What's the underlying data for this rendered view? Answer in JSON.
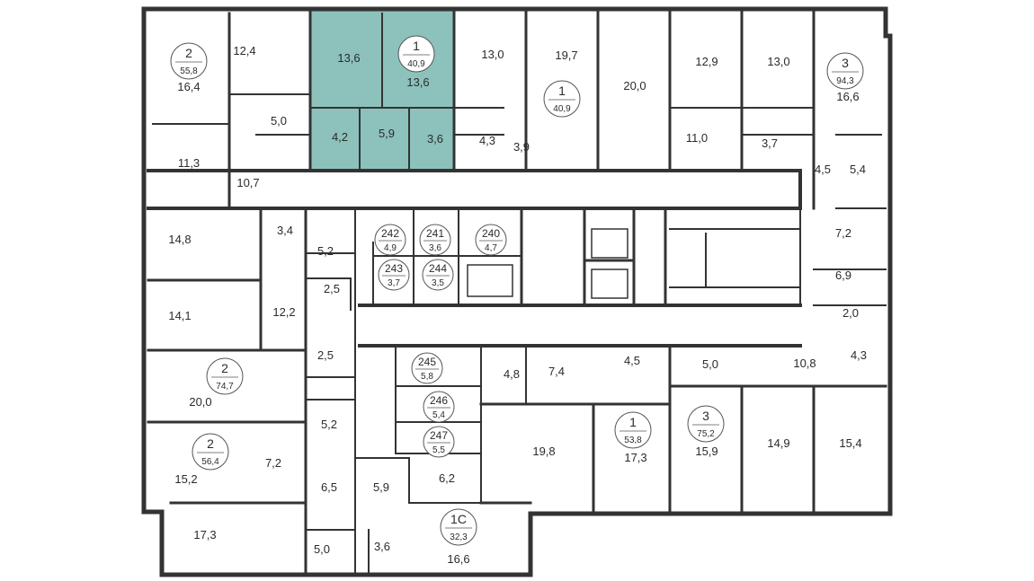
{
  "highlight_color": "#6fb3aa",
  "wall_color": "#333333",
  "apartments": [
    {
      "id": "apt-2-55",
      "rooms": "2",
      "total": "55,8"
    },
    {
      "id": "apt-1-40-sel",
      "rooms": "1",
      "total": "40,9"
    },
    {
      "id": "apt-1-40",
      "rooms": "1",
      "total": "40,9"
    },
    {
      "id": "apt-3-94",
      "rooms": "3",
      "total": "94,3"
    },
    {
      "id": "apt-2-74",
      "rooms": "2",
      "total": "74,7"
    },
    {
      "id": "apt-2-56",
      "rooms": "2",
      "total": "56,4"
    },
    {
      "id": "apt-1-53",
      "rooms": "1",
      "total": "53,8"
    },
    {
      "id": "apt-3-75",
      "rooms": "3",
      "total": "75,2"
    },
    {
      "id": "apt-1c-32",
      "rooms": "1С",
      "total": "32,3"
    }
  ],
  "storages": [
    {
      "num": "242",
      "area": "4,9"
    },
    {
      "num": "241",
      "area": "3,6"
    },
    {
      "num": "240",
      "area": "4,7"
    },
    {
      "num": "243",
      "area": "3,7"
    },
    {
      "num": "244",
      "area": "3,5"
    },
    {
      "num": "245",
      "area": "5,8"
    },
    {
      "num": "246",
      "area": "5,4"
    },
    {
      "num": "247",
      "area": "5,5"
    }
  ],
  "rooms": [
    "16,4",
    "12,4",
    "5,0",
    "11,3",
    "10,7",
    "13,6",
    "13,6",
    "4,2",
    "5,9",
    "3,6",
    "13,0",
    "19,7",
    "4,3",
    "3,9",
    "20,0",
    "12,9",
    "13,0",
    "11,0",
    "3,7",
    "16,6",
    "4,5",
    "5,4",
    "14,8",
    "3,4",
    "5,2",
    "2,5",
    "14,1",
    "12,2",
    "7,2",
    "6,9",
    "2,0",
    "4,3",
    "20,0",
    "2,5",
    "10,8",
    "4,5",
    "5,0",
    "7,4",
    "4,8",
    "5,2",
    "15,2",
    "7,2",
    "6,5",
    "19,8",
    "17,3",
    "15,9",
    "14,9",
    "15,4",
    "17,3",
    "5,0",
    "5,9",
    "6,2",
    "3,6",
    "16,6"
  ]
}
